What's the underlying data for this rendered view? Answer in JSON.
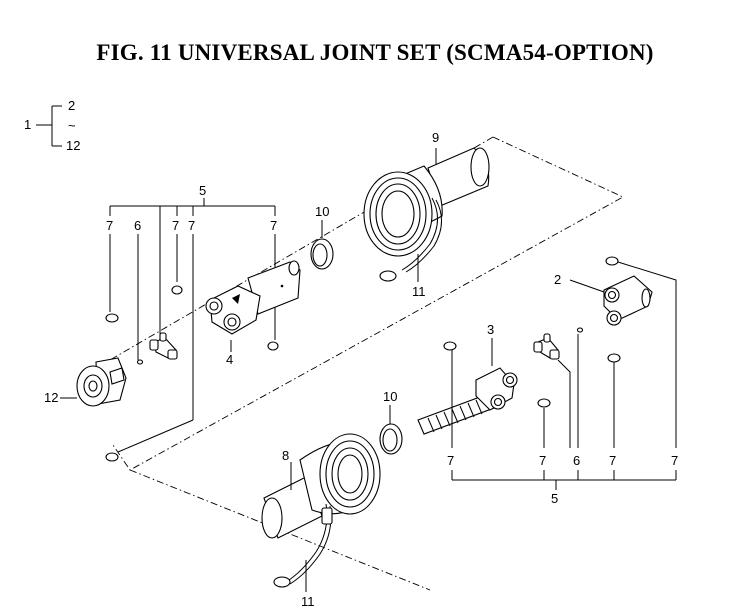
{
  "title": "FIG. 11  UNIVERSAL JOINT SET (SCMA54-OPTION)",
  "bracket": {
    "item": "1",
    "from": "2",
    "tilde": "~",
    "to": "12"
  },
  "callouts": {
    "upper_group": "5",
    "upper_sevens": [
      "7",
      "7",
      "7",
      "7"
    ],
    "upper_six": "6",
    "yoke_upper": "4",
    "boot_upper": "9",
    "ring_upper": "10",
    "chain_upper": "11",
    "hub": "12",
    "yoke_lower_right": "2",
    "tube_yoke_lower": "3",
    "ring_lower": "10",
    "boot_lower": "8",
    "chain_lower": "11",
    "lower_row": [
      "7",
      "7",
      "6",
      "7",
      "7"
    ],
    "lower_group": "5"
  }
}
